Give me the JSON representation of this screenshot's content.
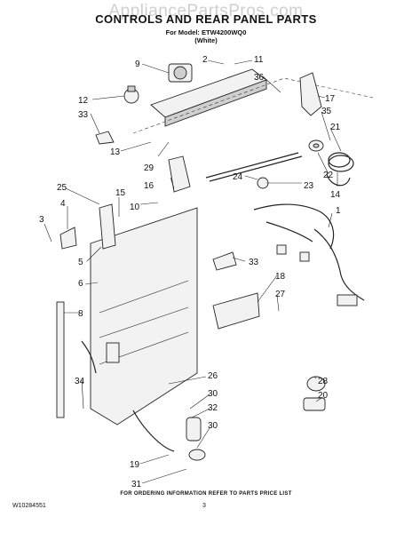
{
  "watermark": "AppliancePartsPros.com",
  "title": "CONTROLS AND REAR PANEL PARTS",
  "model_line": "For Model: ETW4200WQ0",
  "color_line": "(White)",
  "footer_note": "FOR ORDERING INFORMATION REFER TO PARTS PRICE LIST",
  "doc_number": "W10284551",
  "page_number": "3",
  "callouts": [
    "9",
    "2",
    "11",
    "36",
    "12",
    "33",
    "17",
    "35",
    "21",
    "13",
    "29",
    "22",
    "23",
    "24",
    "14",
    "25",
    "15",
    "16",
    "10",
    "4",
    "3",
    "1",
    "5",
    "33",
    "18",
    "27",
    "6",
    "8",
    "34",
    "26",
    "30",
    "32",
    "28",
    "20",
    "30",
    "19",
    "31"
  ]
}
